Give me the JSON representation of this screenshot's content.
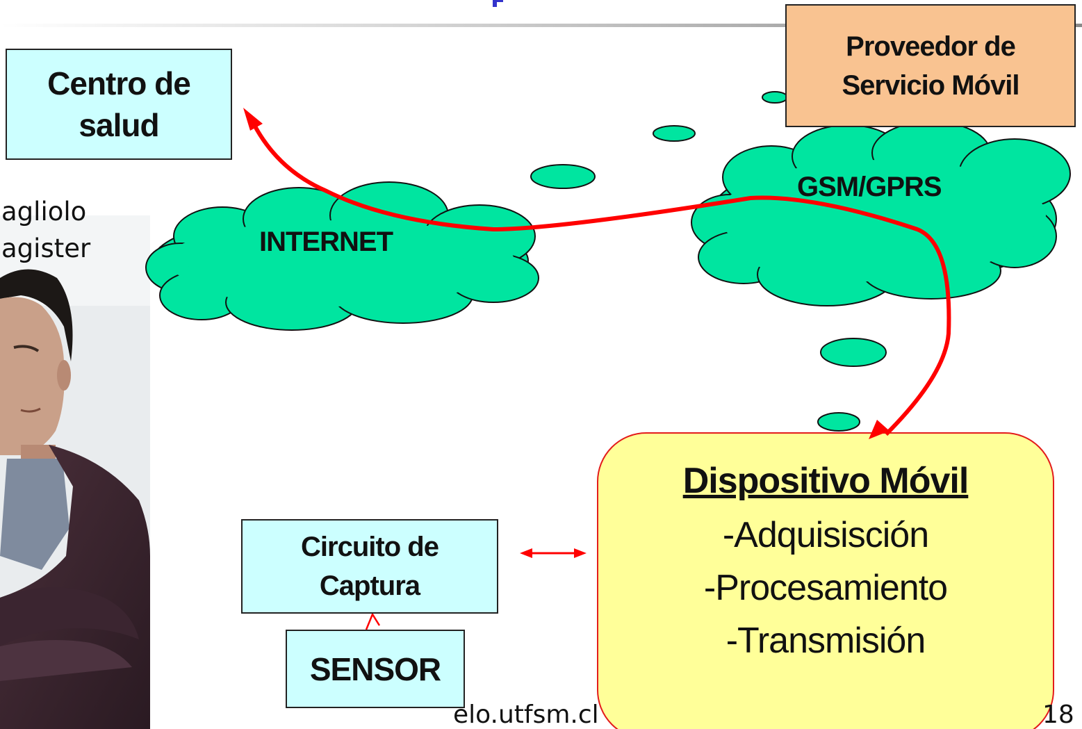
{
  "slide": {
    "footer_site": "elo.utfsm.cl",
    "page_number": "18",
    "author_fragment_1": "agliolo",
    "author_fragment_2": "agister",
    "photo_icon": "person-photo-icon"
  },
  "nodes": {
    "health_center": {
      "line1": "Centro de",
      "line2": "salud"
    },
    "provider": {
      "line1": "Proveedor de",
      "line2": "Servicio Móvil"
    },
    "internet_cloud": "INTERNET",
    "gsm_cloud": "GSM/GPRS",
    "capture_circuit": {
      "line1": "Circuito de",
      "line2": "Captura"
    },
    "sensor": "SENSOR",
    "mobile_device": {
      "title": "Dispositivo Móvil",
      "functions": [
        "-Adquisisción",
        "-Procesamiento",
        "-Transmisión"
      ]
    }
  },
  "colors": {
    "cyan_box": "#ccffff",
    "cloud_fill": "#00e5a0",
    "provider_fill": "#f9c391",
    "device_fill": "#ffff99",
    "arrow": "#ff0000",
    "title_accent": "#3333cc"
  }
}
